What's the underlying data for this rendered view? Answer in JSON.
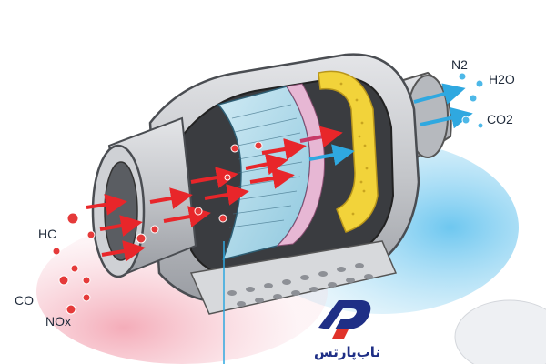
{
  "labels": {
    "hc": "HC",
    "co": "CO",
    "nox": "NOx",
    "n2": "N2",
    "h2o": "H2O",
    "co2": "CO2"
  },
  "logo": {
    "text": "ناب‌پارتس",
    "mark_color": "#1f2f86",
    "accent_color": "#e0322a"
  },
  "colors": {
    "pollutant_arrow": "#e8262a",
    "clean_arrow": "#2fa8e0",
    "pollutant_molecule": "#e53a3a",
    "clean_molecule": "#4db8e8",
    "catalyst_ceramic": "#a9d8ea",
    "insulation": "#f2d33a",
    "shell": "#c9cbcf"
  }
}
